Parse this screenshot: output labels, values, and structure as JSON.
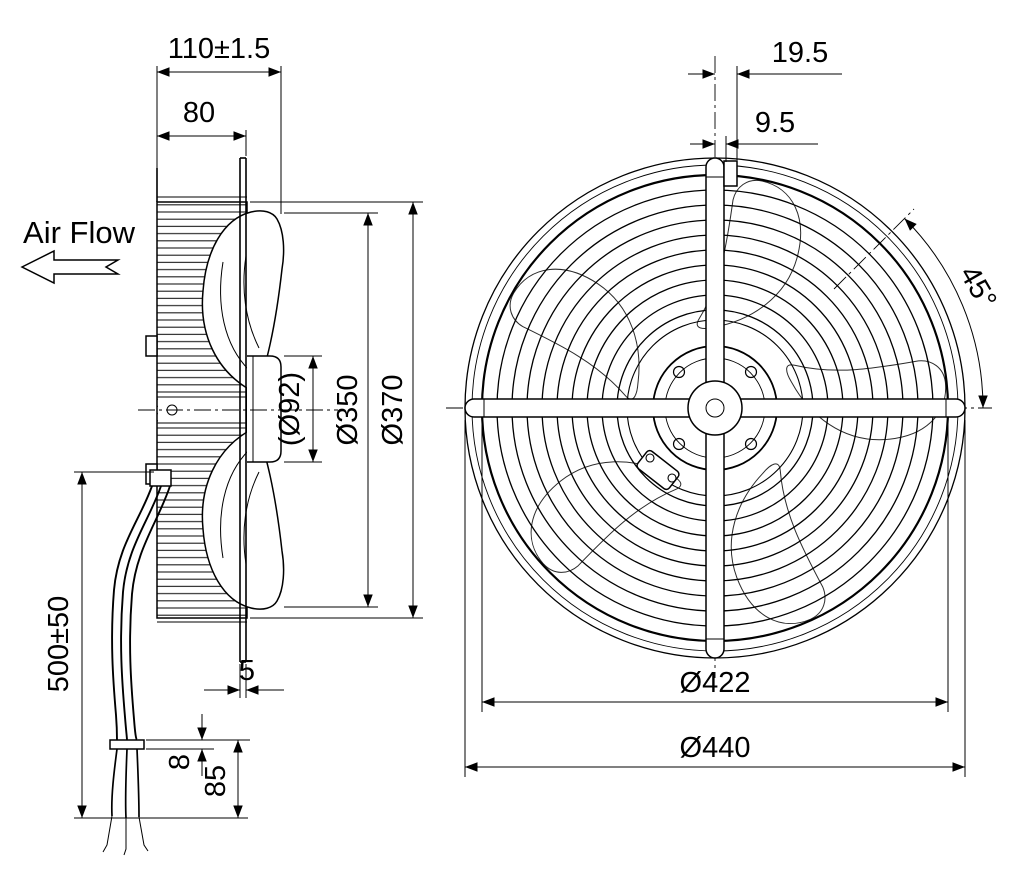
{
  "labels": {
    "air_flow": "Air Flow"
  },
  "side_view": {
    "depth_total": "110±1.5",
    "guard_depth": "80",
    "hub_diameter": "(Ø92)",
    "impeller_diameter": "Ø350",
    "housing_diameter": "Ø370",
    "cable_length": "500±50",
    "plate_thickness": "5",
    "lead_dim_8": "8",
    "lead_dim_85": "85"
  },
  "front_view": {
    "mount_offset": "19.5",
    "spoke_offset": "9.5",
    "spoke_angle": "45°",
    "grill_diameter": "Ø422",
    "overall_diameter": "Ø440"
  },
  "colors": {
    "line": "#000000",
    "background": "#ffffff"
  }
}
